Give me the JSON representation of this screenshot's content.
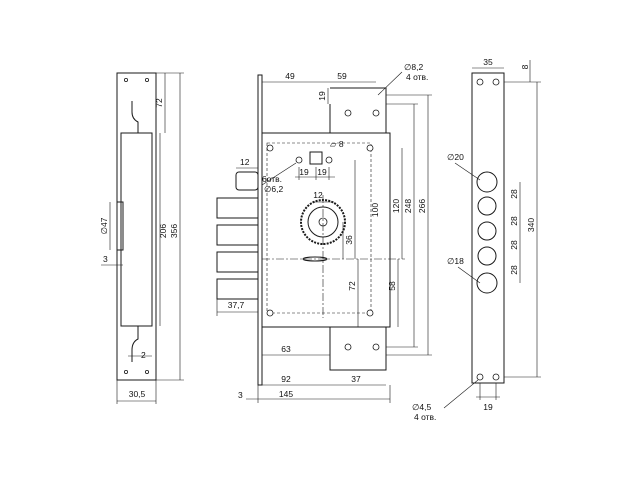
{
  "dimensions": {
    "plate_width": "30,5",
    "plate_height": "356",
    "plate_top": "72",
    "slot_length": "206",
    "slot_dia": "∅47",
    "plate_offset": "3",
    "plate_step": "2",
    "top_49": "49",
    "top_59": "59",
    "top_19": "19",
    "hole_dia_82": "∅8,2",
    "holes_4": "4 отв.",
    "bolt_12": "12",
    "holes_6": "6отв.",
    "hole_dia_62": "∅6,2",
    "sq_8": "▱ 8",
    "x19a": "19",
    "x19b": "19",
    "cyl_12": "12",
    "dim_100": "100",
    "dim_36": "36",
    "dim_72": "72",
    "dim_58": "58",
    "dim_120": "120",
    "dim_248": "248",
    "dim_266": "266",
    "bolt_377": "37,7",
    "dim_63": "63",
    "dim_92": "92",
    "dim_37": "37",
    "dim_3": "3",
    "dim_145": "145",
    "right_35": "35",
    "right_8": "8",
    "right_d20": "∅20",
    "right_d18": "∅18",
    "right_28a": "28",
    "right_28b": "28",
    "right_28c": "28",
    "right_28d": "28",
    "right_340": "340",
    "right_19": "19",
    "right_d45": "∅4,5",
    "right_holes4": "4 отв."
  }
}
